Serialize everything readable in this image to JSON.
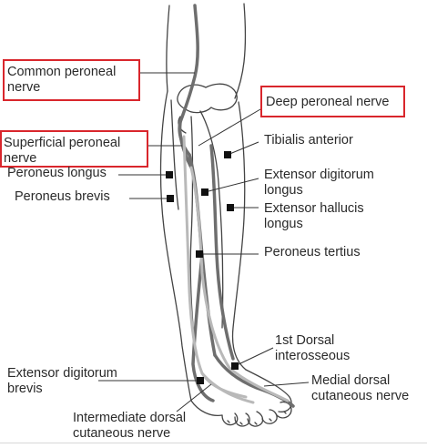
{
  "labels": {
    "common_peroneal": [
      "Common peroneal",
      "nerve"
    ],
    "deep_peroneal": "Deep peroneal nerve",
    "superficial_peroneal": [
      "Superficial peroneal",
      "nerve"
    ],
    "tibialis_anterior": "Tibialis anterior",
    "peroneus_longus": "Peroneus longus",
    "peroneus_brevis": "Peroneus brevis",
    "extensor_digitorum_longus": [
      "Extensor digitorum",
      "longus"
    ],
    "extensor_hallucis_longus": [
      "Extensor hallucis",
      "longus"
    ],
    "peroneus_tertius": "Peroneus tertius",
    "first_dorsal_interosseous": [
      "1st Dorsal",
      "interosseous"
    ],
    "extensor_digitorum_brevis": [
      "Extensor digitorum",
      "brevis"
    ],
    "medial_dorsal_cutaneous": [
      "Medial dorsal",
      "cutaneous nerve"
    ],
    "intermediate_dorsal_cutaneous": [
      "Intermediate dorsal",
      "cutaneous nerve"
    ]
  },
  "colors": {
    "highlight_box": "#d9262c",
    "outline": "#444444",
    "deep_nerve": "#6e6e6e",
    "superficial_nerve": "#b9b9b9",
    "marker": "#111111"
  }
}
